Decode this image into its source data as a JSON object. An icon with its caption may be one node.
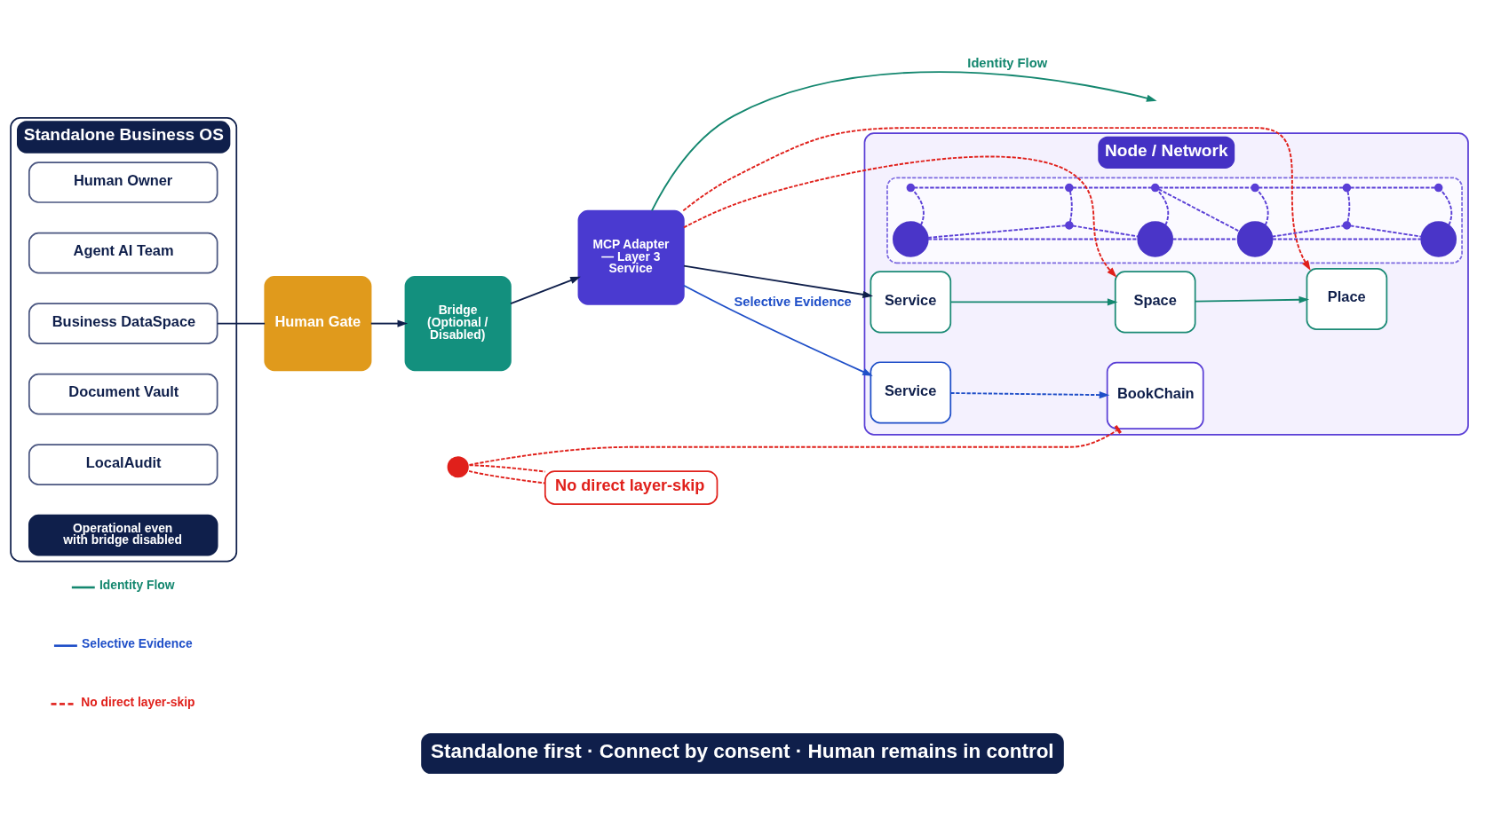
{
  "diagram": {
    "caption": "Standalone first · Connect by consent · Human remains in control",
    "nodes": [
      {
        "text": [
          "Standalone Business OS"
        ]
      },
      {
        "text": [
          "Human Owner"
        ],
        "in": 0
      },
      {
        "text": [
          "Agent AI Team"
        ],
        "in": 0
      },
      {
        "text": [
          "Business DataSpace"
        ],
        "in": 0
      },
      {
        "text": [
          "Document Vault"
        ],
        "in": 0
      },
      {
        "text": [
          "LocalAudit"
        ],
        "in": 0
      },
      {
        "text": [
          "Operational even with bridge disabled"
        ],
        "in": 0
      },
      {
        "text": [
          "Human Gate"
        ]
      },
      {
        "text": [
          "Bridge (Optional / Disabled)"
        ]
      },
      {
        "text": [],
        "shape": "circle"
      },
      {
        "text": [
          "MCP Adapter — Layer 3 Service"
        ]
      },
      {
        "text": [
          "Node / Network"
        ]
      },
      {
        "text": [],
        "shape": "box",
        "in": 11
      },
      {
        "text": [],
        "shape": "circle",
        "in": 12
      },
      {
        "text": [],
        "shape": "circle",
        "in": 12
      },
      {
        "text": [],
        "shape": "circle",
        "in": 12
      },
      {
        "text": [],
        "shape": "circle",
        "in": 12
      },
      {
        "text": [],
        "shape": "circle",
        "in": 12
      },
      {
        "text": [],
        "shape": "circle",
        "in": 12
      },
      {
        "text": [],
        "shape": "circle",
        "in": 12
      },
      {
        "text": [],
        "shape": "circle",
        "in": 12
      },
      {
        "text": [],
        "shape": "circle",
        "in": 12
      },
      {
        "text": [],
        "shape": "circle",
        "in": 12
      },
      {
        "text": [],
        "shape": "circle",
        "in": 12
      },
      {
        "text": [],
        "shape": "circle",
        "in": 12
      },
      {
        "text": [
          "Service"
        ],
        "in": 11
      },
      {
        "text": [
          "Space"
        ],
        "in": 11
      },
      {
        "text": [
          "Place"
        ],
        "in": 11
      },
      {
        "text": [
          "Service"
        ],
        "in": 11
      },
      {
        "text": [
          "BookChain"
        ],
        "in": 11
      },
      {
        "text": [
          "No direct layer-skip"
        ]
      }
    ],
    "edges": [
      {
        "from": 3,
        "to": 7,
        "arrow": "none",
        "color": "#0f1f4b"
      },
      {
        "from": 7,
        "to": 8,
        "arrow": "to",
        "color": "#0f1f4b"
      },
      {
        "from": 8,
        "to": 10,
        "arrow": "to",
        "color": "#0f1f4b"
      },
      {
        "from": 10,
        "to": 25,
        "arrow": "to",
        "color": "#0f1f4b"
      },
      {
        "from": 10,
        "to": null,
        "arrow": "to",
        "label": "Identity Flow",
        "color": "#14876f"
      },
      {
        "from": 25,
        "to": 26,
        "arrow": "to",
        "color": "#14876f"
      },
      {
        "from": 26,
        "to": 27,
        "arrow": "to",
        "color": "#14876f"
      },
      {
        "from": 10,
        "to": 28,
        "arrow": "to",
        "label": "Selective Evidence",
        "color": "#1f4fc8"
      },
      {
        "from": 28,
        "to": 29,
        "arrow": "to",
        "style": "dashed",
        "color": "#1f4fc8"
      },
      {
        "from": 10,
        "to": 26,
        "arrow": "to",
        "style": "dashed",
        "color": "#e0201b"
      },
      {
        "from": 10,
        "to": 27,
        "arrow": "to",
        "style": "dashed",
        "color": "#e0201b"
      },
      {
        "from": 9,
        "to": 30,
        "arrow": "none",
        "style": "dashed",
        "color": "#e0201b"
      },
      {
        "from": 9,
        "to": 30,
        "arrow": "none",
        "style": "dashed",
        "color": "#e0201b"
      },
      {
        "from": 9,
        "to": 29,
        "arrow": "other",
        "style": "dashed",
        "color": "#e0201b"
      },
      {
        "from": 13,
        "to": 14,
        "arrow": "none",
        "style": "dashed",
        "color": "#5a3fd6"
      },
      {
        "from": 14,
        "to": 15,
        "arrow": "none",
        "style": "dashed",
        "color": "#5a3fd6"
      },
      {
        "from": 15,
        "to": 16,
        "arrow": "none",
        "style": "dashed",
        "color": "#5a3fd6"
      },
      {
        "from": 13,
        "to": 17,
        "arrow": "none",
        "style": "dashed",
        "color": "#5a3fd6"
      },
      {
        "from": 17,
        "to": 14,
        "arrow": "none",
        "style": "dashed",
        "color": "#5a3fd6"
      },
      {
        "from": 13,
        "to": 19,
        "arrow": "none",
        "style": "dashed",
        "color": "#5a3fd6"
      },
      {
        "from": 17,
        "to": 20,
        "arrow": "none",
        "style": "dashed",
        "color": "#5a3fd6"
      },
      {
        "from": 14,
        "to": 21,
        "arrow": "none",
        "style": "dashed",
        "color": "#5a3fd6"
      },
      {
        "from": 21,
        "to": 15,
        "arrow": "none",
        "style": "dashed",
        "color": "#5a3fd6"
      },
      {
        "from": 15,
        "to": 22,
        "arrow": "none",
        "style": "dashed",
        "color": "#5a3fd6"
      },
      {
        "from": 15,
        "to": 18,
        "arrow": "none",
        "style": "dashed",
        "color": "#5a3fd6"
      },
      {
        "from": 18,
        "to": 16,
        "arrow": "none",
        "style": "dashed",
        "color": "#5a3fd6"
      },
      {
        "from": 18,
        "to": 23,
        "arrow": "none",
        "style": "dashed",
        "color": "#5a3fd6"
      },
      {
        "from": 16,
        "to": 24,
        "arrow": "none",
        "style": "dashed",
        "color": "#5a3fd6"
      },
      {
        "from": 19,
        "to": 20,
        "arrow": "none",
        "style": "dashed",
        "color": "#5a3fd6"
      },
      {
        "from": 20,
        "to": 21,
        "arrow": "none",
        "style": "dashed",
        "color": "#5a3fd6"
      },
      {
        "from": 21,
        "to": 22,
        "arrow": "none",
        "style": "dashed",
        "color": "#5a3fd6"
      },
      {
        "from": 22,
        "to": 23,
        "arrow": "none",
        "style": "dashed",
        "color": "#5a3fd6"
      },
      {
        "from": 23,
        "to": 24,
        "arrow": "none",
        "style": "dashed",
        "color": "#5a3fd6"
      }
    ],
    "legend": [
      {
        "text": "Identity Flow"
      },
      {
        "text": "Selective Evidence"
      },
      {
        "text": "No direct layer-skip"
      }
    ]
  }
}
